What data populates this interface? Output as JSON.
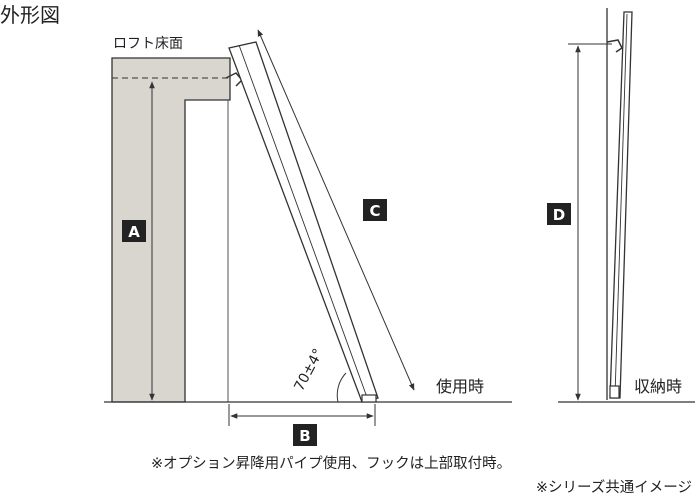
{
  "title": "外形図",
  "labels": {
    "loft_floor": "ロフト床面",
    "in_use": "使用時",
    "stored": "収納時",
    "angle": "70±4°",
    "note_option": "※オプション昇降用パイプ使用、フックは上部取付時。",
    "note_common": "※シリーズ共通イメージ"
  },
  "dimensions": {
    "a": "A",
    "b": "B",
    "c": "C",
    "d": "D"
  },
  "colors": {
    "wall_fill": "#d9d6d0",
    "line": "#333333",
    "badge": "#222222"
  }
}
